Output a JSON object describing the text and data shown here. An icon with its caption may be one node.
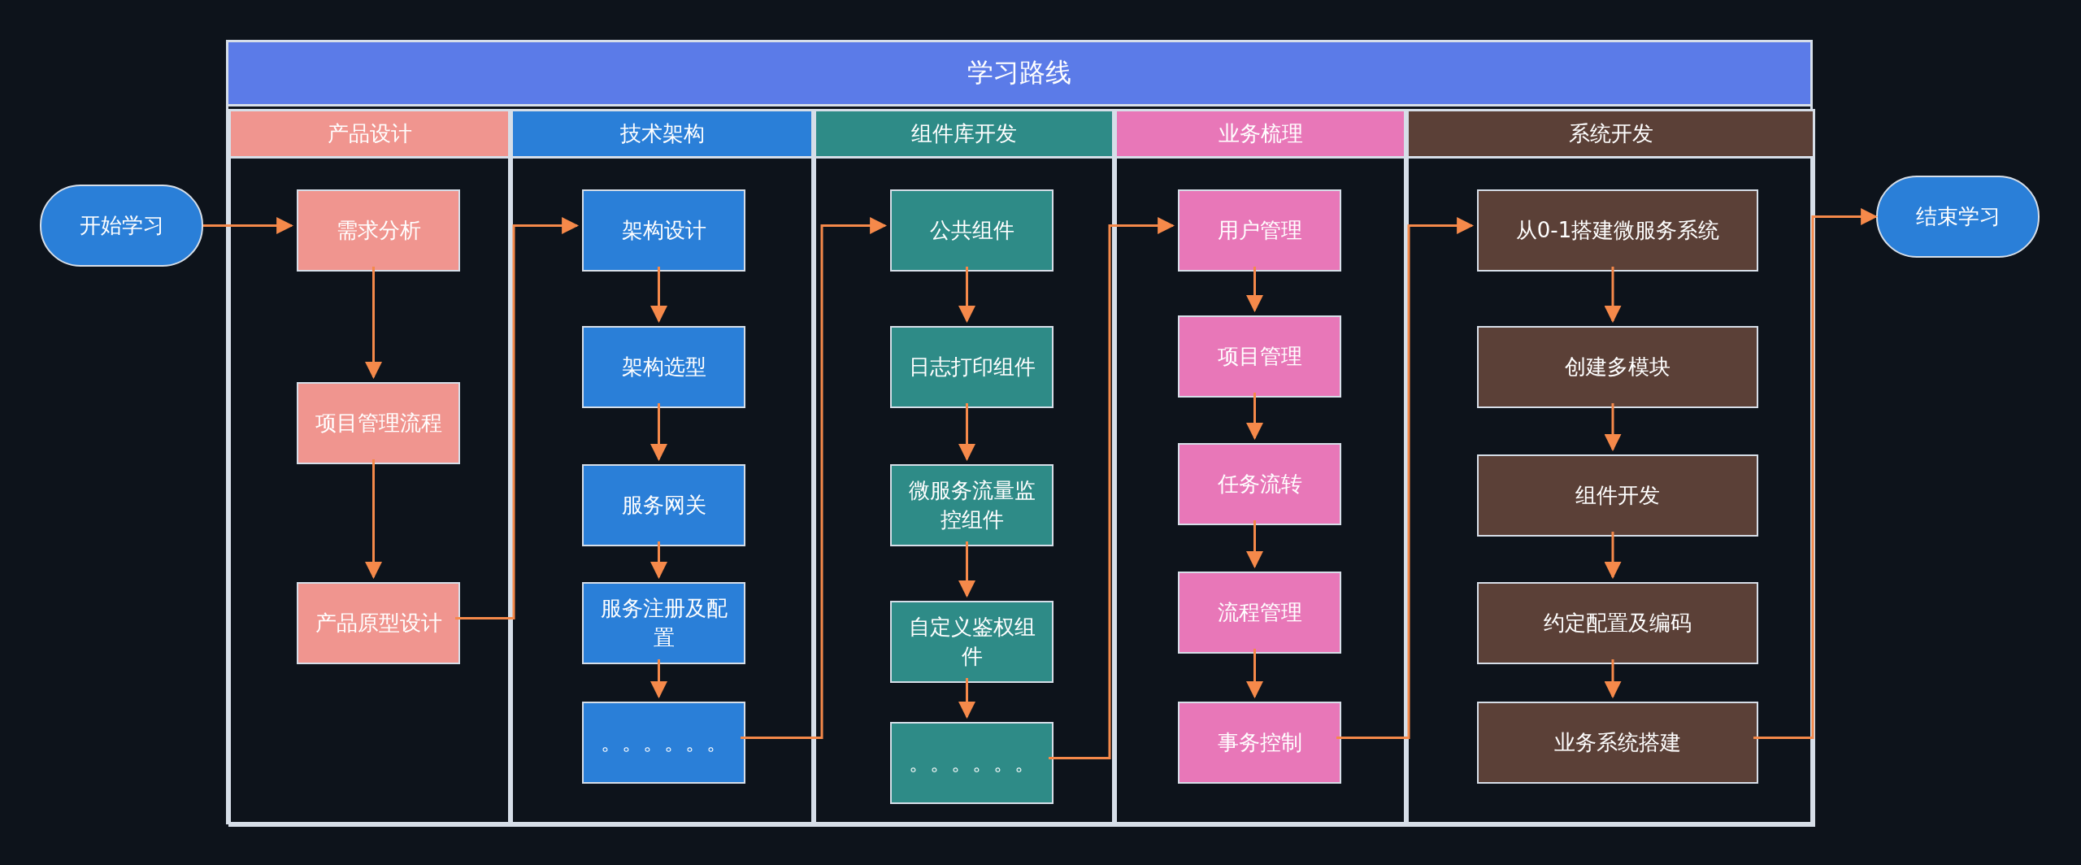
{
  "diagram": {
    "nodes": [
      {
        "text": [
          "学习路线"
        ]
      },
      {
        "text": [
          "产品设计"
        ],
        "in": 0
      },
      {
        "text": [
          "技术架构"
        ],
        "in": 0
      },
      {
        "text": [
          "组件库开发"
        ],
        "in": 0
      },
      {
        "text": [
          "业务梳理"
        ],
        "in": 0
      },
      {
        "text": [
          "系统开发"
        ],
        "in": 0
      },
      {
        "text": [
          "开始学习"
        ]
      },
      {
        "text": [
          "需求分析"
        ],
        "in": 1
      },
      {
        "text": [
          "项目管理流程"
        ],
        "in": 1
      },
      {
        "text": [
          "产品原型设计"
        ],
        "in": 1
      },
      {
        "text": [
          "架构设计"
        ],
        "in": 2
      },
      {
        "text": [
          "架构选型"
        ],
        "in": 2
      },
      {
        "text": [
          "服务网关"
        ],
        "in": 2
      },
      {
        "text": [
          "服务注册及配置"
        ],
        "in": 2
      },
      {
        "text": [
          "。。。。。。"
        ],
        "in": 2
      },
      {
        "text": [
          "公共组件"
        ],
        "in": 3
      },
      {
        "text": [
          "日志打印组件"
        ],
        "in": 3
      },
      {
        "text": [
          "微服务流量监控组件"
        ],
        "in": 3
      },
      {
        "text": [
          "自定义鉴权组件"
        ],
        "in": 3
      },
      {
        "text": [
          "。。。。。。"
        ],
        "in": 3
      },
      {
        "text": [
          "用户管理"
        ],
        "in": 4
      },
      {
        "text": [
          "项目管理"
        ],
        "in": 4
      },
      {
        "text": [
          "任务流转"
        ],
        "in": 4
      },
      {
        "text": [
          "流程管理"
        ],
        "in": 4
      },
      {
        "text": [
          "事务控制"
        ],
        "in": 4
      },
      {
        "text": [
          "从0-1搭建微服务系统"
        ],
        "in": 5
      },
      {
        "text": [
          "创建多模块"
        ],
        "in": 5
      },
      {
        "text": [
          "组件开发"
        ],
        "in": 5
      },
      {
        "text": [
          "约定配置及编码"
        ],
        "in": 5
      },
      {
        "text": [
          "业务系统搭建"
        ],
        "in": 5
      },
      {
        "text": [
          "结束学习"
        ]
      }
    ],
    "edges": [
      {
        "from": 6,
        "to": 7,
        "arrow": "to"
      },
      {
        "from": 7,
        "to": 8,
        "arrow": "to"
      },
      {
        "from": 8,
        "to": 9,
        "arrow": "to"
      },
      {
        "from": 9,
        "to": 10,
        "arrow": "to"
      },
      {
        "from": 10,
        "to": 11,
        "arrow": "to"
      },
      {
        "from": 11,
        "to": 12,
        "arrow": "to"
      },
      {
        "from": 12,
        "to": 13,
        "arrow": "to"
      },
      {
        "from": 13,
        "to": 14,
        "arrow": "to"
      },
      {
        "from": 14,
        "to": 15,
        "arrow": "to"
      },
      {
        "from": 15,
        "to": 16,
        "arrow": "to"
      },
      {
        "from": 16,
        "to": 17,
        "arrow": "to"
      },
      {
        "from": 17,
        "to": 18,
        "arrow": "to"
      },
      {
        "from": 18,
        "to": 19,
        "arrow": "to"
      },
      {
        "from": 19,
        "to": 20,
        "arrow": "to"
      },
      {
        "from": 20,
        "to": 21,
        "arrow": "to"
      },
      {
        "from": 21,
        "to": 22,
        "arrow": "to"
      },
      {
        "from": 22,
        "to": 23,
        "arrow": "to"
      },
      {
        "from": 23,
        "to": 24,
        "arrow": "to"
      },
      {
        "from": 24,
        "to": 25,
        "arrow": "to"
      },
      {
        "from": 25,
        "to": 26,
        "arrow": "to"
      },
      {
        "from": 26,
        "to": 27,
        "arrow": "to"
      },
      {
        "from": 27,
        "to": 28,
        "arrow": "to"
      },
      {
        "from": 28,
        "to": 29,
        "arrow": "to"
      },
      {
        "from": 29,
        "to": 30,
        "arrow": "to"
      }
    ]
  }
}
